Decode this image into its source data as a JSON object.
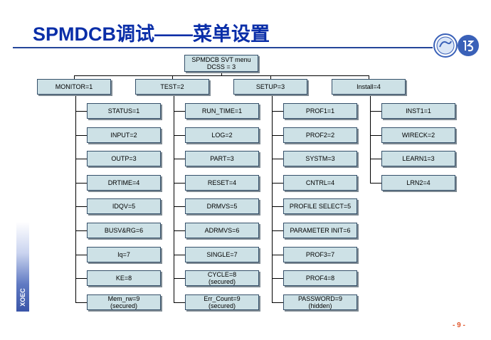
{
  "title": "SPMDCB调试——菜单设置",
  "page_number": "- 9 -",
  "side_label": "XOEC",
  "colors": {
    "title": "#0a2ea8",
    "box_fill": "#cde1e6",
    "page_number": "#e0552a",
    "rule": "#24469a"
  },
  "root": {
    "line1": "SPMDCB SVT menu",
    "line2": "DCSS = 3"
  },
  "branches": [
    {
      "label": "MONITOR=1",
      "items": [
        {
          "text": "STATUS=1"
        },
        {
          "text": "INPUT=2"
        },
        {
          "text": "OUTP=3"
        },
        {
          "text": "DRTIME=4"
        },
        {
          "text": "IDQV=5"
        },
        {
          "text": "BUSV&RG=6"
        },
        {
          "text": "Iq=7"
        },
        {
          "text": "KE=8"
        },
        {
          "text": "Mem_rw=9",
          "note": "(secured)"
        }
      ]
    },
    {
      "label": "TEST=2",
      "items": [
        {
          "text": "RUN_TIME=1"
        },
        {
          "text": "LOG=2"
        },
        {
          "text": "PART=3"
        },
        {
          "text": "RESET=4"
        },
        {
          "text": "DRMVS=5"
        },
        {
          "text": "ADRMVS=6"
        },
        {
          "text": "SINGLE=7"
        },
        {
          "text": "CYCLE=8",
          "note": "(secured)"
        },
        {
          "text": "Err_Count=9",
          "note": "(secured)"
        }
      ]
    },
    {
      "label": "SETUP=3",
      "items": [
        {
          "text": "PROF1=1"
        },
        {
          "text": "PROF2=2"
        },
        {
          "text": "SYSTM=3"
        },
        {
          "text": "CNTRL=4"
        },
        {
          "text": "PROFILE SELECT=5"
        },
        {
          "text": "PARAMETER INIT=6"
        },
        {
          "text": "PROF3=7"
        },
        {
          "text": "PROF4=8"
        },
        {
          "text": "PASSWORD=9",
          "note": "(hidden)"
        }
      ]
    },
    {
      "label": "Install=4",
      "items": [
        {
          "text": "INST1=1"
        },
        {
          "text": "WIRECK=2"
        },
        {
          "text": "LEARN1=3"
        },
        {
          "text": "LRN2=4"
        }
      ]
    }
  ]
}
